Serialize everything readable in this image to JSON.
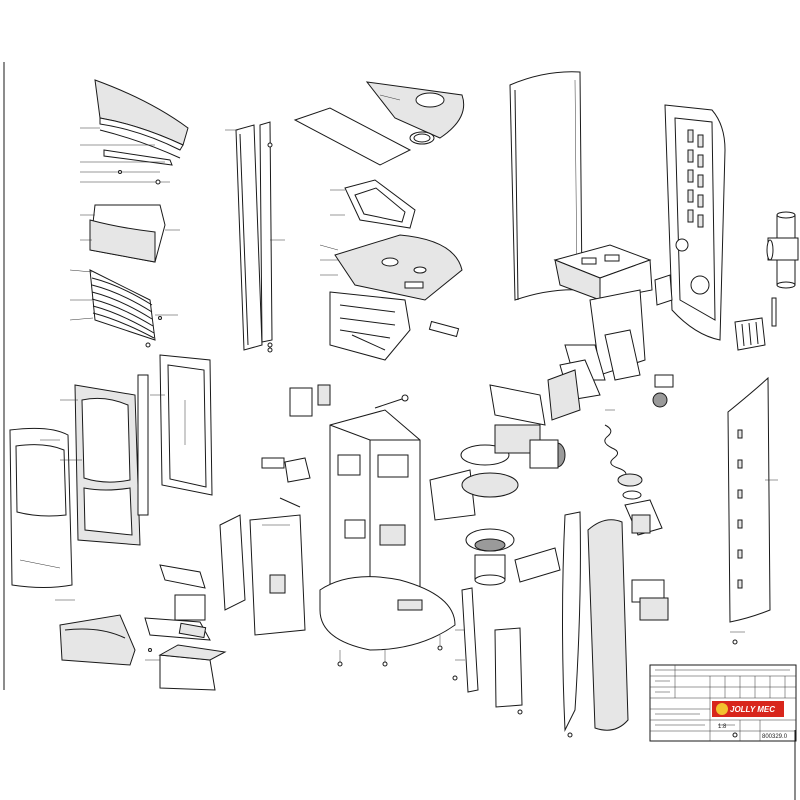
{
  "title_block": {
    "brand": "JOLLY MEC",
    "drawing_number": "800329.0",
    "scale_mark": "1:8"
  },
  "colors": {
    "brand_red": "#d8261c",
    "brand_yellow": "#f3c12e",
    "line": "#1a1a1a",
    "background": "#ffffff"
  }
}
